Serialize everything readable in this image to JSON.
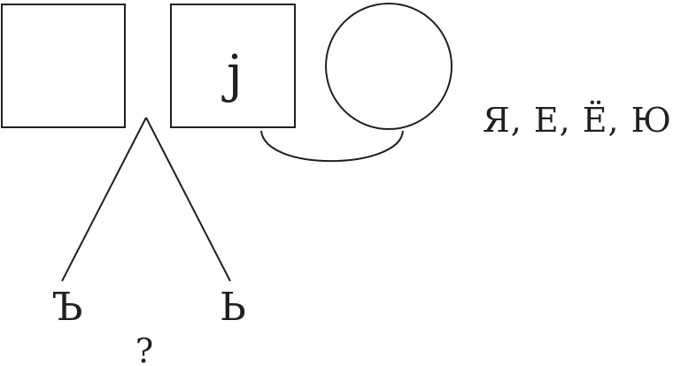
{
  "diagram": {
    "square_right_letter": "j",
    "vowels_label": "Я, Е, Ё, Ю",
    "hard_sign": "Ъ",
    "soft_sign": "Ь",
    "question_mark": "?"
  }
}
